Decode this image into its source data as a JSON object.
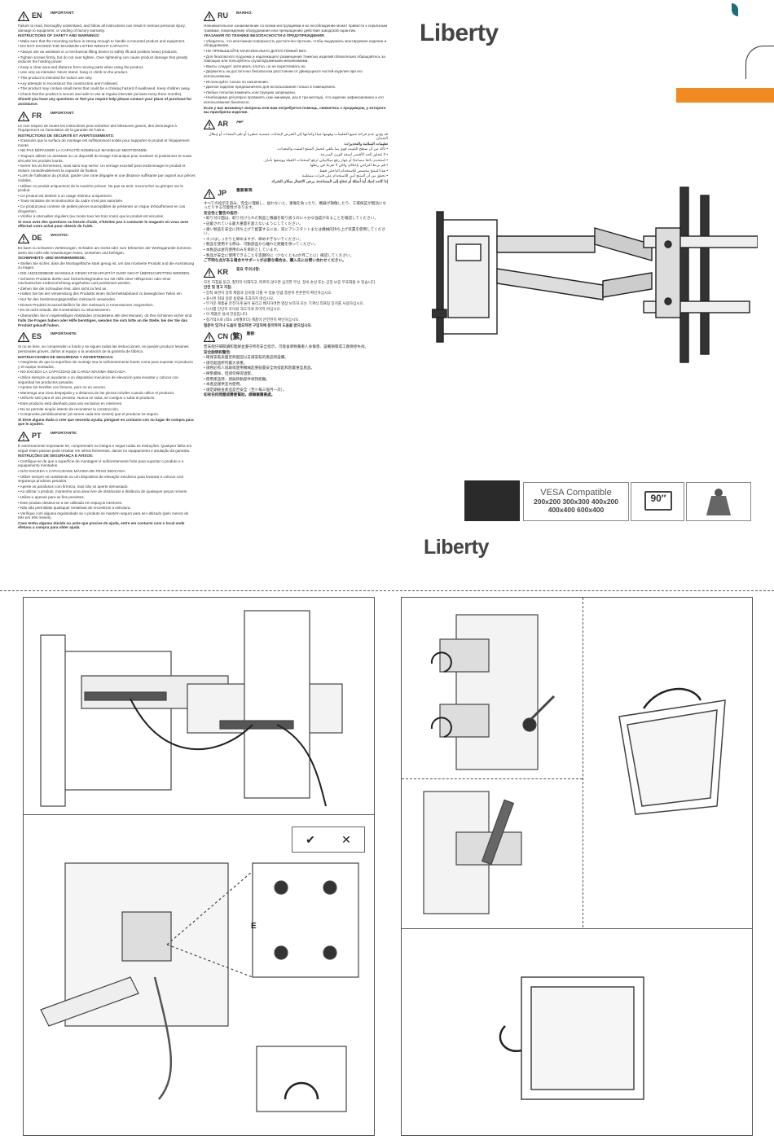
{
  "brand": {
    "name": "Liberty",
    "accent": "#F18A21",
    "teal": "#1D6E7A"
  },
  "sections": [
    {
      "code": "EN",
      "head": "IMPORTANT:",
      "lines": [
        "Failure to read, thoroughly understand, and follow all instructions can result in serious personal injury, damage to equipment, or voiding of factory warranty.",
        "INSTRUCTIONS OF SAFETY AND WARNINGS:",
        "• Make sure that the mounting surface is strong enough to handle a mounted product and equipment.",
        "• DO NOT EXCEED THE MAXIMUM LISTED WEIGHT CAPACITY.",
        "• Always use an assistant or a mechanical lifting device to safely lift and position heavy products.",
        "• Tighten screws firmly, but do not over tighten. Over tightening can cause product damage that greatly reduces the holding power.",
        "• Keep a clear area and distance from moving parts when using the product.",
        "• Use only as intended. Never stand, hang or climb on the product.",
        "• This product is intended for indoor use only.",
        "• Any attempts to reconstruct the construction aren't allowed.",
        "• This product may contain small items that could be a choking hazard if swallowed. Keep children away.",
        "• Check that the product is secure and safe to use at regular intervals (at least every three months).",
        "Should you have any questions or feel you require help please contact your place of purchase for assistance."
      ]
    },
    {
      "code": "FR",
      "head": "IMPORTANT:",
      "lines": [
        "Le non-respect de toutes les instructions peut entraîner des blessures graves, des dommages à l'équipement ou l'annulation de la garantie de l'usine.",
        "INSTRUCTIONS DE SÉCURITÉ ET AVERTISSEMENTS:",
        "• S'assurer que la surface de montage est suffisamment solide pour supporter le produit et l'équipement monté.",
        "• NE PAS DÉPASSER LA CAPACITÉ NOMINALE MAXIMALE MENTIONNÉE.",
        "• Toujours utiliser un assistant ou un dispositif de levage mécanique pour soulever et positionner en toute sécurité les produits lourds.",
        "• Serrer les vis fermement, mais sans trop serrer. Un serrage excessif peut endommager le produit et réduire considérablement la capacité de fixation.",
        "• Lors de l'utilisation du produit, garder une zone dégagée et une distance suffisante par rapport aux pièces mobiles.",
        "• Utiliser ce produit uniquement de la manière prévue. Ne pas se tenir, s'accrocher ou grimper sur le produit.",
        "• Ce produit est destiné à un usage intérieur uniquement.",
        "• Toute tentative de reconstruction du cadre n'est pas autorisée.",
        "• Ce produit peut contenir de petites pièces susceptibles de présenter un risque d'étouffement en cas d'ingestion.",
        "• Vérifier à intervalles réguliers (au moins tous les trois mois) que le produit est sécurisé.",
        "Si vous avez des questions ou besoin d'aide, n'hésitez pas à contacter le magasin où vous avez effectué votre achat pour obtenir de l'aide."
      ]
    },
    {
      "code": "DE",
      "head": "WICHTIG:",
      "lines": [
        "Es kann zu schweren Verletzungen, Schäden am Gerät oder zum Erlöschen der Werksgarantie kommen, wenn Sie nicht alle Anweisungen lesen, verstehen und befolgen.",
        "SICHERHEITS- UND WARNHINWEISE:",
        "• Stellen Sie sicher, dass die Montagefläche stark genug ist, um das montierte Produkt und die Ausrüstung zu tragen.",
        "• DIE ANGEGEBENE MAXIMALE GEWICHTSKAPAZITÄT DARF NICHT ÜBERSCHRITTEN WERDEN.",
        "• Schwere Produkte dürfen aus Sicherheitsgründen nur mit Hilfe einer Hilfsperson oder einer mechanischen Hebevorrichtung angehoben und positioniert werden.",
        "• Ziehen Sie die Schrauben fest, aber nicht zu fest an.",
        "• Halten Sie bei der Verwendung des Produkts einen Sicherheitsabstand zu beweglichen Teilen ein.",
        "• Nur für den bestimmungsgemäßen Gebrauch verwenden.",
        "• Dieses Produkt ist ausschließlich für den Gebrauch in Innenräumen vorgesehen.",
        "• Es ist nicht erlaubt, die Konstruktion zu rekonstruieren.",
        "• Überprüfen Sie in regelmäßigen Abständen (mindestens alle drei Monate), ob Ihre Schienen sicher sind.",
        "Falls Sie Fragen haben oder Hilfe benötigen, wenden Sie sich bitte an die Stelle, bei der Sie das Produkt gekauft haben."
      ]
    },
    {
      "code": "ES",
      "head": "IMPORTANTE:",
      "lines": [
        "Si no se leen, se comprenden a fondo y se siguen todas las instrucciones, se pueden producir lesiones personales graves, daños al equipo o la anulación de la garantía de fábrica.",
        "INSTRUCCIONES DE SEGURIDAD Y ADVERTENCIAS:",
        "• Asegúrese de que la superficie de montaje sea lo suficientemente fuerte como para soportar el producto y el equipo montados.",
        "• NO EXCEDA LA CAPACIDAD DE CARGA MÁXIMA INDICADA.",
        "• Utilice siempre un ayudante o un dispositivo mecánico de elevación para levantar y colocar con seguridad los productos pesados.",
        "• Apriete los tornillos con firmeza, pero no en exceso.",
        "• Mantenga una zona despejada y a distancia de las piezas móviles cuando utilice el producto.",
        "• Utilícelo solo para el uso previsto. Nunca se suba, se cuelgue o suba al producto.",
        "• Este producto está diseñado para uso exclusivo en interiores.",
        "• No se permite ningún intento de reconstruir la construcción.",
        "• Compruebe periódicamente (al menos cada tres meses) que el producto es seguro.",
        "Si tiene alguna duda o cree que necesita ayuda, póngase en contacto con su lugar de compra para que le ayuden."
      ]
    },
    {
      "code": "PT",
      "head": "IMPORTANTE:",
      "lines": [
        "É extremamente importante ler, compreender na íntegra e seguir todas as instruções. Qualquer falha em seguir estes passos pode resultar em sérios ferimentos, danos no equipamento e anulação da garantia.",
        "INSTRUÇÕES DE SEGURANÇA E AVISOS:",
        "• Certifique-se de que a superfície de montagem é suficientemente forte para suportar o produto e o equipamento montados.",
        "• NÃO EXCEDA A CAPACIDADE MÁXIMA DE PESO INDICADA.",
        "• Utilize sempre um assistente ou um dispositivo de elevação mecânico para levantar e colocar com segurança produtos pesados.",
        "• Aperte os parafusos com firmeza, mas não os aperte demasiado.",
        "• Ao utilizar o produto, mantenha uma área livre de obstáculos e distância de quaisquer peças móveis.",
        "• Utilize-o apenas para os fins previstos.",
        "• Este produto destina-se a ser utilizado em espaços interiores.",
        "• Não são permitidas quaisquer tentativas de reconstruir a estrutura.",
        "• Verifique com alguma regularidade se o produto se mantém seguro para ser utilizado (pelo menos de três em três meses).",
        "Caso tenha alguma dúvida ou ache que precise de ajuda, entre em contacto com o local onde efetuou a compra para obter ajuda."
      ]
    },
    {
      "code": "RU",
      "head": "ВАЖНО:",
      "lines": [
        "Невнимательное ознакомление со всеми инструкциями и их несоблюдение может привести к серьёзным травмам, повреждению оборудования или прекращению действия заводской гарантии.",
        "УКАЗАНИЯ ПО ТЕХНИКЕ БЕЗОПАСНОСТИ И ПРЕДУПРЕЖДЕНИЯ:",
        "• Убедитесь, что монтажная поверхность достаточно прочная, чтобы выдержать монтируемое изделие и оборудование.",
        "• НЕ ПРЕВЫШАЙТЕ МАКСИМАЛЬНО ДОПУСТИМЫЙ ВЕС.",
        "• Для безопасного подъема и надлежащего размещения тяжелых изделий обязательно обращайтесь за помощью или пользуйтесь грузоподъемными механизмами.",
        "• Винты следует затягивать плотно, но не перетягивать их.",
        "• Держитесь на достаточно безопасном расстоянии от движущихся частей изделия при его использовании.",
        "• Используйте только по назначению.",
        "• Данное изделие предназначено для использования только в помещениях.",
        "• Любые попытки изменить конструкцию запрещены.",
        "• Необходимо регулярно проверять (как минимум, раз в три месяца), что изделие зафиксировано и его использование безопасно.",
        "Если у вас возникнут вопросы или вам потребуется помощь, свяжитесь с продавцом, у которого вы приобрели изделие."
      ]
    },
    {
      "code": "AR",
      "head": "مهم:",
      "lines": [
        "قد يؤدي عدم قراءة جميع التعليمات وفهمها جيدًا واتباعها إلى التعرض لإصابات جسدية خطيرة أو تلف المعدات أو إبطال الضمان.",
        "تعليمات السلامة والتحذيرات:",
        "• تأكد من أن سطح التثبيت قوي بما يكفي لتحمل المنتج المثبت والمعدات.",
        "• لا تتجاوز الحد الأقصى لسعة الوزن المدرجة.",
        "• استخدم دائمًا مساعدًا أو جهاز رفع ميكانيكي لرفع المنتجات الثقيلة ووضعها بأمان.",
        "• قم بربط البراغي بإحكام، ولكن لا تفرط في ربطها.",
        "• هذا المنتج مخصص للاستخدام الداخلي فقط.",
        "• تحقق من أن المنتج آمن للاستخدام على فترات منتظمة.",
        "إذا كانت لديك أية أسئلة أو تحتاج إلى المساعدة، يرجى الاتصال بمكان الشراء."
      ]
    },
    {
      "code": "JP",
      "head": "重要事項:",
      "lines": [
        "すべての指示を読み、完全に理解し、従わないと、重傷を負ったり、機器が損傷したり、工場保証が無効になったりする可能性があります。",
        "安全性と警告の指示:",
        "• 取り付け面は、取り付けられた製品と機器を取り扱うのに十分な強度があることを確認してください。",
        "• 記載されている最大重量を超えないようにしてください。",
        "• 重い製品を安全に持ち上げて配置するには、常にアシスタントまたは機械的持ち上げ装置を使用してください。",
        "• ネジはしっかりと締めますが、締めすぎないでください。",
        "• 製品を使用する際は、可動部品から離れた距離を保ってください。",
        "• 本製品は屋内使用のみを目的としています。",
        "• 製品が安全に使用できることを定期的に（少なくとも3か月ごとに）確認してください。",
        "ご不明な点がある場合やサポートが必要な場合は、購入先にお問い合わせください。"
      ]
    },
    {
      "code": "KR",
      "head": "중요 주의사항:",
      "lines": [
        "모든 지침을 읽고, 철저히 이해하고, 따르지 않으면 심각한 부상, 장비 손상 또는 공장 보증 무효화될 수 있습니다.",
        "안전 및 경고 지침:",
        "• 장착 표면이 장착 제품과 장비를 다룰 수 있을 만큼 충분히 튼튼한지 확인하십시오.",
        "• 표시된 최대 중량 용량을 초과하지 마십시오.",
        "• 무거운 제품을 안전하게 들어 올리고 배치하려면 항상 보조자 또는 기계식 리프팅 장치를 사용하십시오.",
        "• 나사를 단단히 조이되 과도하게 조이지 마십시오.",
        "• 이 제품은 실내 전용입니다.",
        "• 정기적으로 (최소 3개월마다) 제품이 안전한지 확인하십시오.",
        "질문이 있거나 도움이 필요하면 구입처에 문의하여 도움을 받으십시오."
      ]
    },
    {
      "code": "CN (繁)",
      "head": "重要:",
      "lines": [
        "若未能仔細閱讀和理解並遵守所有安全指示，可能會導致嚴重人身傷害、設備損壞或工廠保修失效。",
        "安全說明和警告:",
        "• 確保安裝表面足夠堅固以支撐安裝的產品和設備。",
        "• 請勿超過所列最大承重。",
        "• 請務必有人協助或使用機械起重裝置安全地提起和放置重型產品。",
        "• 擰緊螺絲，但請勿擰得過緊。",
        "• 使用產品時，請與移動部件保持距離。",
        "• 本產品僅供室內使用。",
        "• 請定期檢查產品是否安全（至少每三個月一次）。",
        "如有任何問題或需要幫助，請聯繫購買處。"
      ]
    }
  ],
  "product": {
    "vesa_label": "VESA Compatible",
    "vesa_sizes_1": "200x200 300x300 400x200",
    "vesa_sizes_2": "400x400 600x400",
    "angle": "90″"
  },
  "diagram": {
    "label_e": "E",
    "ok_mark": "✔",
    "no_mark": "✕"
  }
}
